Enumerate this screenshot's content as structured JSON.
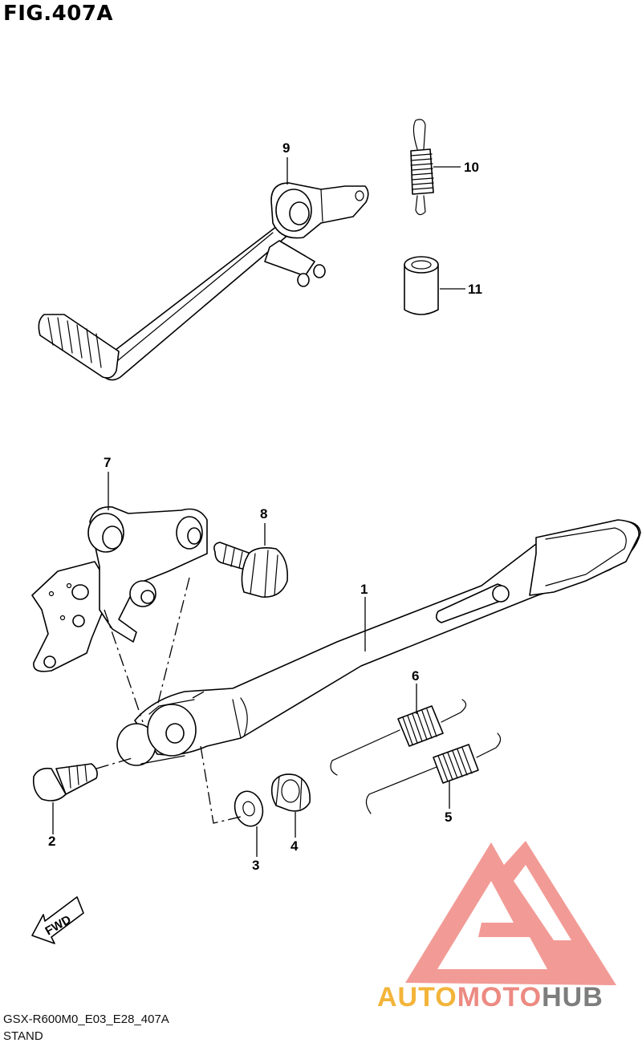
{
  "figure": {
    "title": "FIG.407A",
    "model_code": "GSX-R600M0_E03_E28_407A",
    "section_name": "STAND"
  },
  "callouts": [
    {
      "number": "1"
    },
    {
      "number": "2"
    },
    {
      "number": "3"
    },
    {
      "number": "4"
    },
    {
      "number": "5"
    },
    {
      "number": "6"
    },
    {
      "number": "7"
    },
    {
      "number": "8"
    },
    {
      "number": "9"
    },
    {
      "number": "10"
    },
    {
      "number": "11"
    }
  ],
  "direction_arrow": {
    "label": "FWD"
  },
  "watermark": {
    "word_parts": [
      "AUTO",
      "MOTO",
      "HUB"
    ],
    "colors": {
      "auto": "#f3b43a",
      "moto": "#ec8a82",
      "hub": "#7d7d7d",
      "logo": "#f08a84"
    }
  }
}
